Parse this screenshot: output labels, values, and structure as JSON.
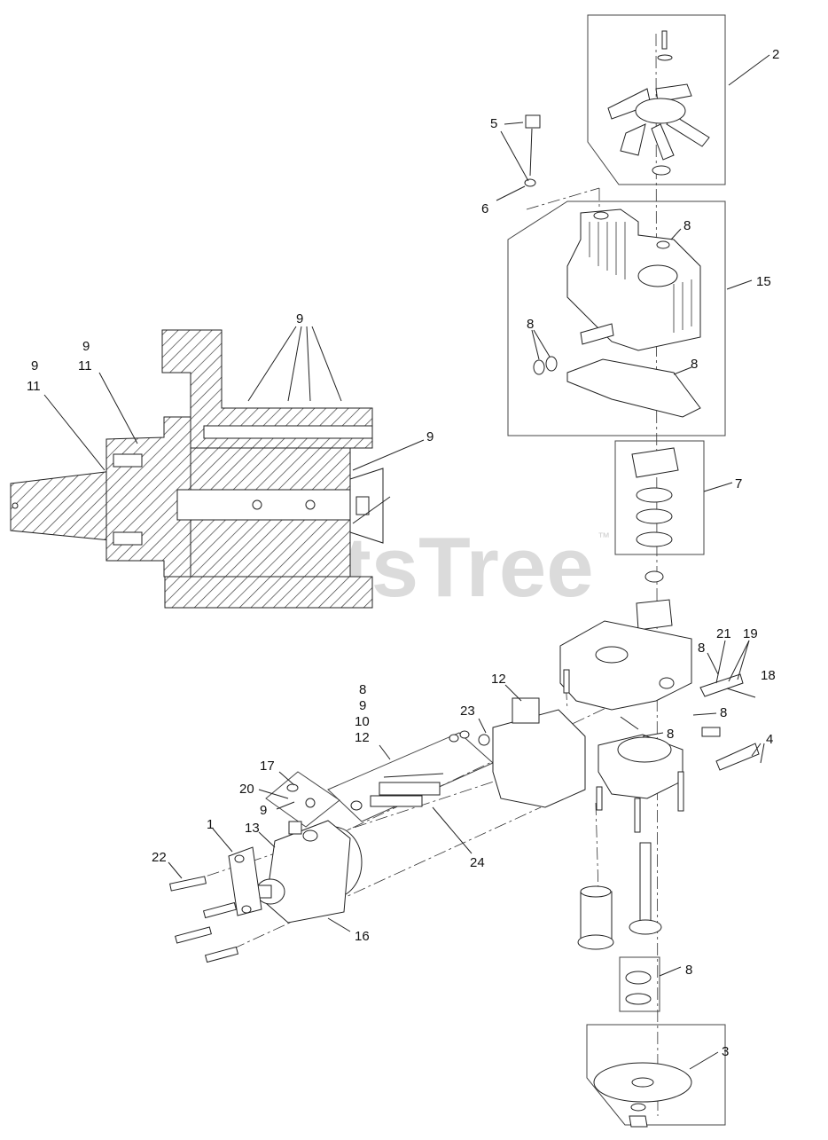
{
  "watermark": {
    "text": "PartsTree",
    "trademark": "™"
  },
  "callouts": {
    "c1": "1",
    "c2": "2",
    "c3": "3",
    "c4": "4",
    "c5": "5",
    "c6": "6",
    "c7": "7",
    "c8a": "8",
    "c8b": "8",
    "c8c": "8",
    "c8d": "8",
    "c8e": "8",
    "c8f": "8",
    "c8g": "8",
    "c8h": "8",
    "c9a": "9",
    "c9b": "9",
    "c9c": "9",
    "c9d": "9",
    "c9e": "9",
    "c9f": "9",
    "c10": "10",
    "c11a": "11",
    "c11b": "11",
    "c12a": "12",
    "c12b": "12",
    "c13": "13",
    "c15": "15",
    "c16": "16",
    "c17": "17",
    "c18": "18",
    "c19": "19",
    "c20": "20",
    "c21": "21",
    "c22": "22",
    "c23": "23",
    "c24": "24"
  }
}
